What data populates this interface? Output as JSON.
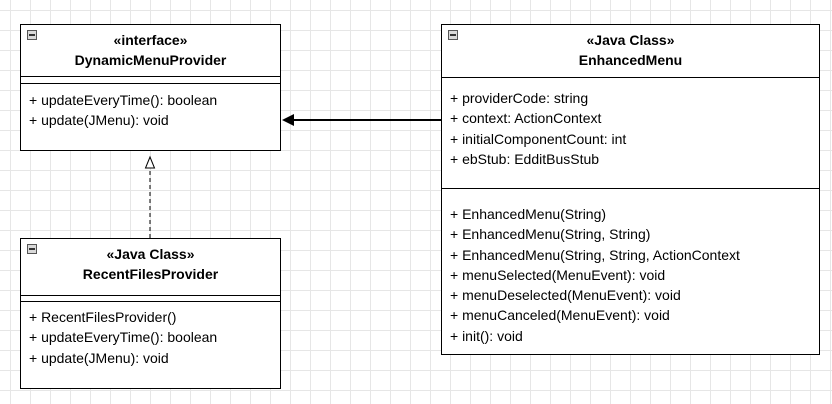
{
  "classes": {
    "dynamic_menu_provider": {
      "stereotype": "«interface»",
      "name": "DynamicMenuProvider",
      "attributes": [],
      "operations": [
        "+ updateEveryTime(): boolean",
        "+ update(JMenu): void"
      ]
    },
    "recent_files_provider": {
      "stereotype": "«Java Class»",
      "name": "RecentFilesProvider",
      "attributes": [],
      "operations": [
        "+ RecentFilesProvider()",
        "+ updateEveryTime(): boolean",
        "+ update(JMenu): void"
      ]
    },
    "enhanced_menu": {
      "stereotype": "«Java Class»",
      "name": "EnhancedMenu",
      "attributes": [
        "+ providerCode: string",
        "+ context: ActionContext",
        "+ initialComponentCount: int",
        "+ ebStub: EdditBusStub"
      ],
      "operations": [
        "+ EnhancedMenu(String)",
        "+ EnhancedMenu(String, String)",
        "+ EnhancedMenu(String, String, ActionContext",
        "+ menuSelected(MenuEvent): void",
        "+ menuDeselected(MenuEvent): void",
        "+ menuCanceled(MenuEvent): void",
        "+ init(): void"
      ]
    }
  },
  "relations": [
    {
      "type": "realization",
      "from": "RecentFilesProvider",
      "to": "DynamicMenuProvider"
    },
    {
      "type": "association",
      "from": "EnhancedMenu",
      "to": "DynamicMenuProvider"
    }
  ]
}
